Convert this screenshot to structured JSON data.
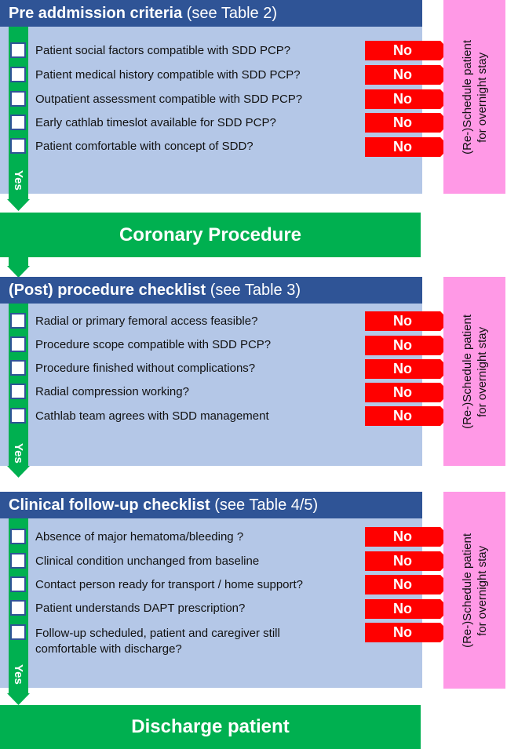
{
  "sections": [
    {
      "title_bold": "Pre addmission criteria",
      "title_rest": " (see Table 2)",
      "items": [
        "Patient social factors compatible with SDD PCP?",
        "Patient medical history compatible with SDD PCP?",
        "Outpatient assessment compatible with SDD PCP?",
        "Early cathlab timeslot available for SDD PCP?",
        "Patient comfortable with concept of SDD?"
      ]
    },
    {
      "title_bold": "(Post) procedure checklist",
      "title_rest": " (see Table 3)",
      "items": [
        "Radial or primary femoral access feasible?",
        "Procedure scope compatible with SDD PCP?",
        "Procedure finished without complications?",
        "Radial compression working?",
        "Cathlab team agrees with SDD management"
      ]
    },
    {
      "title_bold": "Clinical follow-up checklist",
      "title_rest": " (see Table 4/5)",
      "items": [
        "Absence of major hematoma/bleeding ?",
        "Clinical condition unchanged from baseline",
        "Contact person ready for transport / home support?",
        "Patient understands DAPT prescription?",
        "Follow-up scheduled, patient and caregiver still\ncomfortable with discharge?"
      ]
    }
  ],
  "no_label": "No",
  "yes_label": "Yes",
  "reschedule_label": "(Re-)Schedule patient\nfor overnight stay",
  "coronary_procedure": "Coronary Procedure",
  "discharge_patient": "Discharge patient",
  "colors": {
    "header": "#2f5496",
    "panel": "#b4c7e7",
    "green": "#00b050",
    "red": "#ff0000",
    "pink": "#ff99e6"
  }
}
